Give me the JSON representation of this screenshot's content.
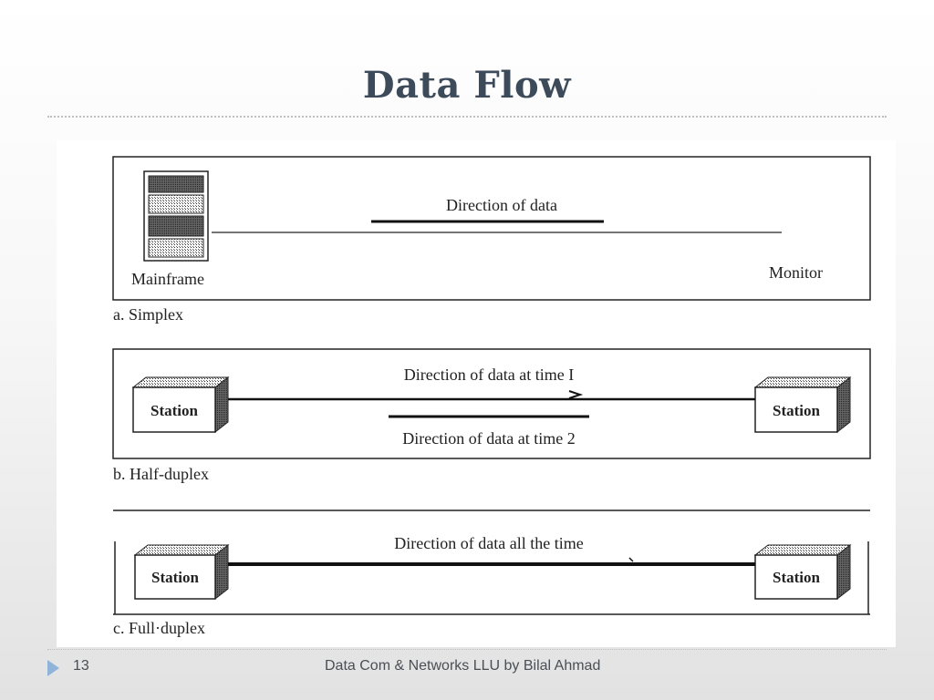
{
  "slide": {
    "title": "Data Flow",
    "page_number": "13",
    "footer": "Data Com & Networks LLU by Bilal Ahmad"
  },
  "diagram": {
    "simplex": {
      "caption": "a. Simplex",
      "direction_label": "Direction of data",
      "left_device": "Mainframe",
      "right_device": "Monitor"
    },
    "half_duplex": {
      "caption": "b. Half-duplex",
      "label_time1": "Direction of data at time  I",
      "label_time2": "Direction of data at time 2",
      "left_station": "Station",
      "right_station": "Station"
    },
    "full_duplex": {
      "caption": "c. Full·duplex",
      "direction_label": "Direction of data all the time",
      "left_station": "Station",
      "right_station": "Station"
    }
  },
  "icons": {
    "mainframe": "mainframe-icon",
    "station_box": "station-box-icon",
    "footer_bullet": "triangle-right-icon"
  },
  "colors": {
    "title": "#3c4a5a",
    "footer_accent": "#8fb3d9"
  }
}
